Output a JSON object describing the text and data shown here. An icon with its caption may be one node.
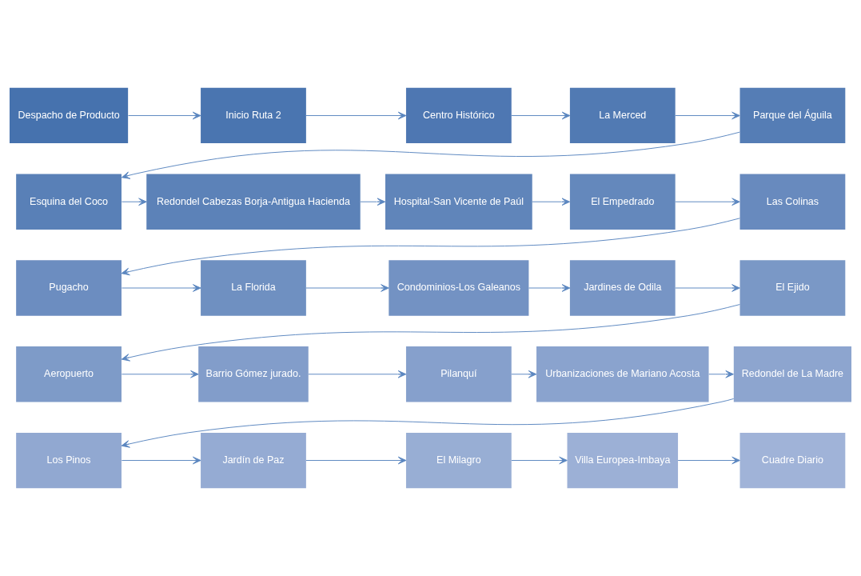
{
  "diagram": {
    "nodes": [
      {
        "text": [
          "Despacho de Producto"
        ]
      },
      {
        "text": [
          "Inicio Ruta 2"
        ]
      },
      {
        "text": [
          "Centro Histórico"
        ]
      },
      {
        "text": [
          "La Merced"
        ]
      },
      {
        "text": [
          "Parque del Águila"
        ]
      },
      {
        "text": [
          "Esquina del Coco"
        ]
      },
      {
        "text": [
          "Redondel Cabezas Borja-Antigua Hacienda"
        ]
      },
      {
        "text": [
          "Hospital-San Vicente de Paúl"
        ]
      },
      {
        "text": [
          "El Empedrado"
        ]
      },
      {
        "text": [
          "Las Colinas"
        ]
      },
      {
        "text": [
          "Pugacho"
        ]
      },
      {
        "text": [
          "La Florida"
        ]
      },
      {
        "text": [
          "Condominios-Los Galeanos"
        ]
      },
      {
        "text": [
          "Jardines de Odila"
        ]
      },
      {
        "text": [
          "El Ejido"
        ]
      },
      {
        "text": [
          "Aeropuerto"
        ]
      },
      {
        "text": [
          "Barrio Gómez jurado."
        ]
      },
      {
        "text": [
          "Pilanquí"
        ]
      },
      {
        "text": [
          "Urbanizaciones de Mariano Acosta"
        ]
      },
      {
        "text": [
          "Redondel de La Madre"
        ]
      },
      {
        "text": [
          "Los Pinos"
        ]
      },
      {
        "text": [
          "Jardín de Paz"
        ]
      },
      {
        "text": [
          "El Milagro"
        ]
      },
      {
        "text": [
          "Villa Europea-Imbaya"
        ]
      },
      {
        "text": [
          "Cuadre Diario"
        ]
      }
    ],
    "edges": [
      {
        "from": 0,
        "to": 1,
        "arrow": "to"
      },
      {
        "from": 1,
        "to": 2,
        "arrow": "to"
      },
      {
        "from": 2,
        "to": 3,
        "arrow": "to"
      },
      {
        "from": 3,
        "to": 4,
        "arrow": "to"
      },
      {
        "from": 4,
        "to": 5,
        "arrow": "to"
      },
      {
        "from": 5,
        "to": 6,
        "arrow": "to"
      },
      {
        "from": 6,
        "to": 7,
        "arrow": "to"
      },
      {
        "from": 7,
        "to": 8,
        "arrow": "to"
      },
      {
        "from": 8,
        "to": 9,
        "arrow": "to"
      },
      {
        "from": 9,
        "to": 10,
        "arrow": "to"
      },
      {
        "from": 10,
        "to": 11,
        "arrow": "to"
      },
      {
        "from": 11,
        "to": 12,
        "arrow": "to"
      },
      {
        "from": 12,
        "to": 13,
        "arrow": "to"
      },
      {
        "from": 13,
        "to": 14,
        "arrow": "to"
      },
      {
        "from": 14,
        "to": 15,
        "arrow": "to"
      },
      {
        "from": 15,
        "to": 16,
        "arrow": "to"
      },
      {
        "from": 16,
        "to": 17,
        "arrow": "to"
      },
      {
        "from": 17,
        "to": 18,
        "arrow": "to"
      },
      {
        "from": 18,
        "to": 19,
        "arrow": "to"
      },
      {
        "from": 19,
        "to": 20,
        "arrow": "to"
      },
      {
        "from": 20,
        "to": 21,
        "arrow": "to"
      },
      {
        "from": 21,
        "to": 22,
        "arrow": "to"
      },
      {
        "from": 22,
        "to": 23,
        "arrow": "to"
      },
      {
        "from": 23,
        "to": 24,
        "arrow": "to"
      }
    ]
  }
}
